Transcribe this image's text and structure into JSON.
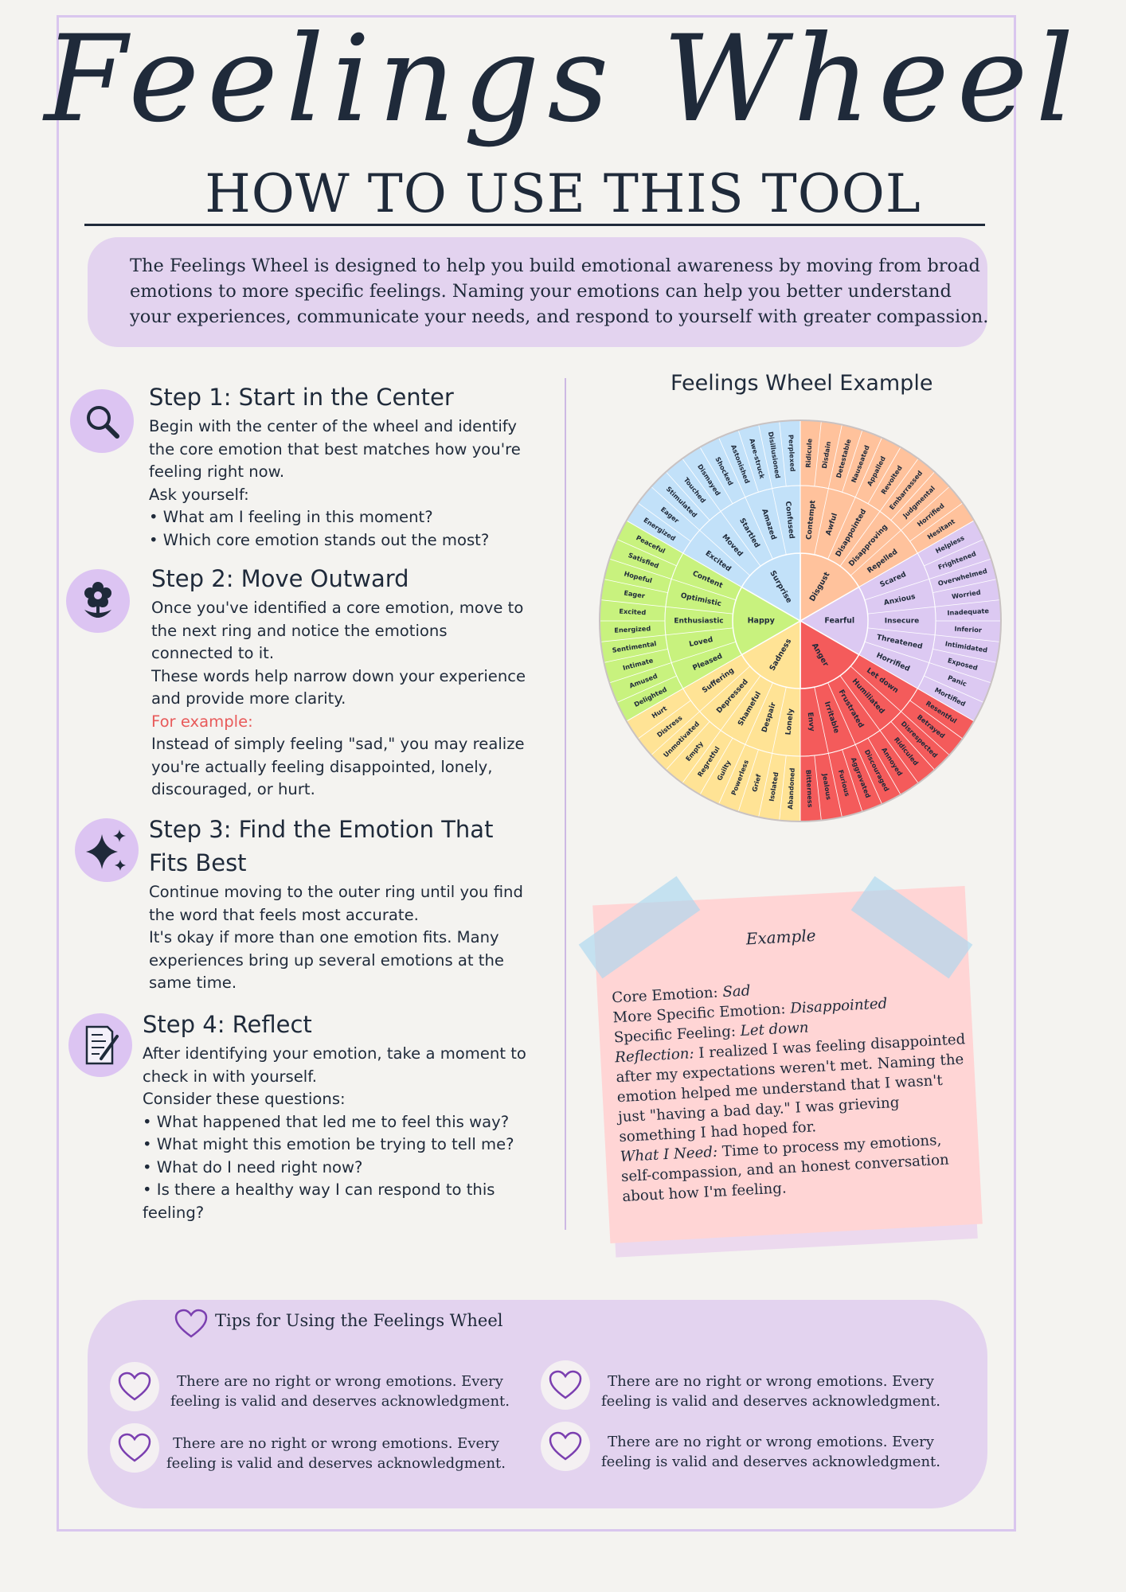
{
  "header": {
    "title_script": "Feelings Wheel",
    "title_sub": "HOW TO USE THIS TOOL"
  },
  "intro": {
    "lines": [
      "The Feelings Wheel is designed to help you build emotional awareness by moving from broad",
      "emotions to more specific feelings. Naming your emotions can help you better understand",
      "your experiences, communicate your needs, and respond to yourself with greater compassion."
    ]
  },
  "steps": [
    {
      "icon": "magnifier-icon",
      "title": "Step 1: Start in the Center",
      "lines": [
        "Begin with the center of the wheel and identify",
        "the core emotion that best matches how you're",
        "feeling right now.",
        "Ask yourself:",
        "• What am I feeling in this moment?",
        "• Which core emotion stands out the most?"
      ]
    },
    {
      "icon": "flower-icon",
      "title": "Step 2: Move Outward",
      "lines": [
        "Once you've identified a core emotion, move to",
        "the next ring and notice the emotions",
        "connected to it.",
        "These words help narrow down your experience",
        "and provide more clarity."
      ],
      "example_label": "For example:",
      "example_lines": [
        "Instead of simply feeling \"sad,\" you may realize",
        "you're actually feeling disappointed, lonely,",
        "discouraged, or hurt."
      ]
    },
    {
      "icon": "sparkles-icon",
      "title_lines": [
        "Step 3: Find the Emotion That",
        "Fits Best"
      ],
      "lines": [
        "Continue moving to the outer ring until you find",
        "the word that feels most accurate.",
        "It's okay if more than one emotion fits. Many",
        "experiences bring up several emotions at the",
        "same time."
      ]
    },
    {
      "icon": "notepad-icon",
      "title": "Step 4: Reflect",
      "lines": [
        "After identifying your emotion, take a moment to",
        "check in with yourself.",
        "Consider these questions:",
        "• What happened that led me to feel this way?",
        "• What might this emotion be trying to tell me?",
        "• What do I need right now?",
        "• Is there a healthy way I can respond to this",
        "feeling?"
      ]
    }
  ],
  "wheel": {
    "title": "Feelings Wheel Example",
    "sections": [
      {
        "core": "Disgust",
        "color": "#ffc29c",
        "mid": [
          "Contempt",
          "Awful",
          "Disappointed",
          "Disapproving",
          "Repelled"
        ],
        "outer": [
          "Ridicule",
          "Disdain",
          "Detestable",
          "Nauseated",
          "Appalled",
          "Revolted",
          "Embarrassed",
          "Judgmental",
          "Horrified",
          "Hesitant"
        ]
      },
      {
        "core": "Fearful",
        "color": "#dcc9f2",
        "mid": [
          "Scared",
          "Anxious",
          "Insecure",
          "Threatened",
          "Horrified"
        ],
        "outer": [
          "Helpless",
          "Frightened",
          "Overwhelmed",
          "Worried",
          "Inadequate",
          "Inferior",
          "Intimidated",
          "Exposed",
          "Panic",
          "Mortified"
        ]
      },
      {
        "core": "Anger",
        "color": "#f45b5b",
        "mid": [
          "Let down",
          "Humiliated",
          "Frustrated",
          "Irritable",
          "Envy"
        ],
        "outer": [
          "Resentful",
          "Betrayed",
          "Disrespected",
          "Ridiculed",
          "Annoyed",
          "Discouraged",
          "Aggravated",
          "Furious",
          "Jealous",
          "Bitterness"
        ]
      },
      {
        "core": "Sadness",
        "color": "#ffe395",
        "mid": [
          "Lonely",
          "Despair",
          "Shameful",
          "Depressed",
          "Suffering"
        ],
        "outer": [
          "Abandoned",
          "Isolated",
          "Grief",
          "Powerless",
          "Guilty",
          "Regretful",
          "Empty",
          "Unmotivated",
          "Distress",
          "Hurt"
        ]
      },
      {
        "core": "Happy",
        "color": "#c8f27e",
        "mid": [
          "Pleased",
          "Loved",
          "Enthusiastic",
          "Optimistic",
          "Content"
        ],
        "outer": [
          "Delighted",
          "Amused",
          "Intimate",
          "Sentimental",
          "Energized",
          "Excited",
          "Eager",
          "Hopeful",
          "Satisfied",
          "Peaceful"
        ]
      },
      {
        "core": "Surprise",
        "color": "#c2e1f9",
        "mid": [
          "Excited",
          "Moved",
          "Startled",
          "Amazed",
          "Confused"
        ],
        "outer": [
          "Energized",
          "Eager",
          "Stimulated",
          "Touched",
          "Dismayed",
          "Shocked",
          "Astonished",
          "Awe-struck",
          "Disillusioned",
          "Perplexed"
        ]
      }
    ]
  },
  "note": {
    "heading": "Example",
    "core_label": "Core Emotion: ",
    "core_value": "Sad",
    "specific_label": "More Specific Emotion: ",
    "specific_value": "Disappointed",
    "feeling_label": "Specific Feeling: ",
    "feeling_value": "Let down",
    "reflection_label": "Reflection: ",
    "reflection_lines": [
      "I realized I was feeling disappointed",
      "after my expectations weren't met. Naming the",
      "emotion helped me understand that I wasn't",
      "just \"having a bad day.\" I was grieving",
      "something I had hoped for."
    ],
    "need_label": "What I Need: ",
    "need_lines": [
      "Time to process my emotions,",
      "self-compassion, and an honest conversation",
      "about how I'm feeling."
    ]
  },
  "tips": {
    "title": "Tips for Using the Feelings Wheel",
    "items": [
      [
        "There are no right or wrong emotions. Every",
        "feeling is valid and deserves acknowledgment."
      ],
      [
        "There are no right or wrong emotions. Every",
        "feeling is valid and deserves acknowledgment."
      ],
      [
        "There are no right or wrong emotions. Every",
        "feeling is valid and deserves acknowledgment."
      ],
      [
        "There are no right or wrong emotions. Every",
        "feeling is valid and deserves acknowledgment."
      ]
    ]
  },
  "colors": {
    "accent": "#dcc4f2",
    "panel": "#e3d3ef",
    "ink": "#1f2a3a",
    "example": "#e85a5a"
  }
}
